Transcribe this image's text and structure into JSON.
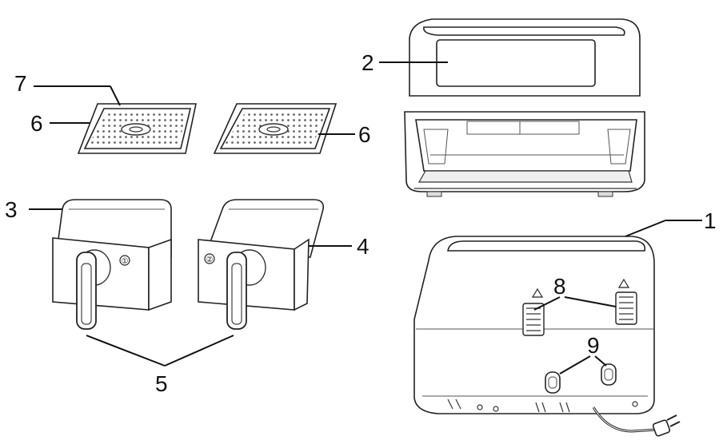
{
  "callouts": {
    "c1": "1",
    "c2": "2",
    "c3": "3",
    "c4": "4",
    "c5": "5",
    "c6_left": "6",
    "c6_right": "6",
    "c7": "7",
    "c8": "8",
    "c9": "9"
  },
  "basket_marks": {
    "left": "①",
    "right": "②"
  }
}
